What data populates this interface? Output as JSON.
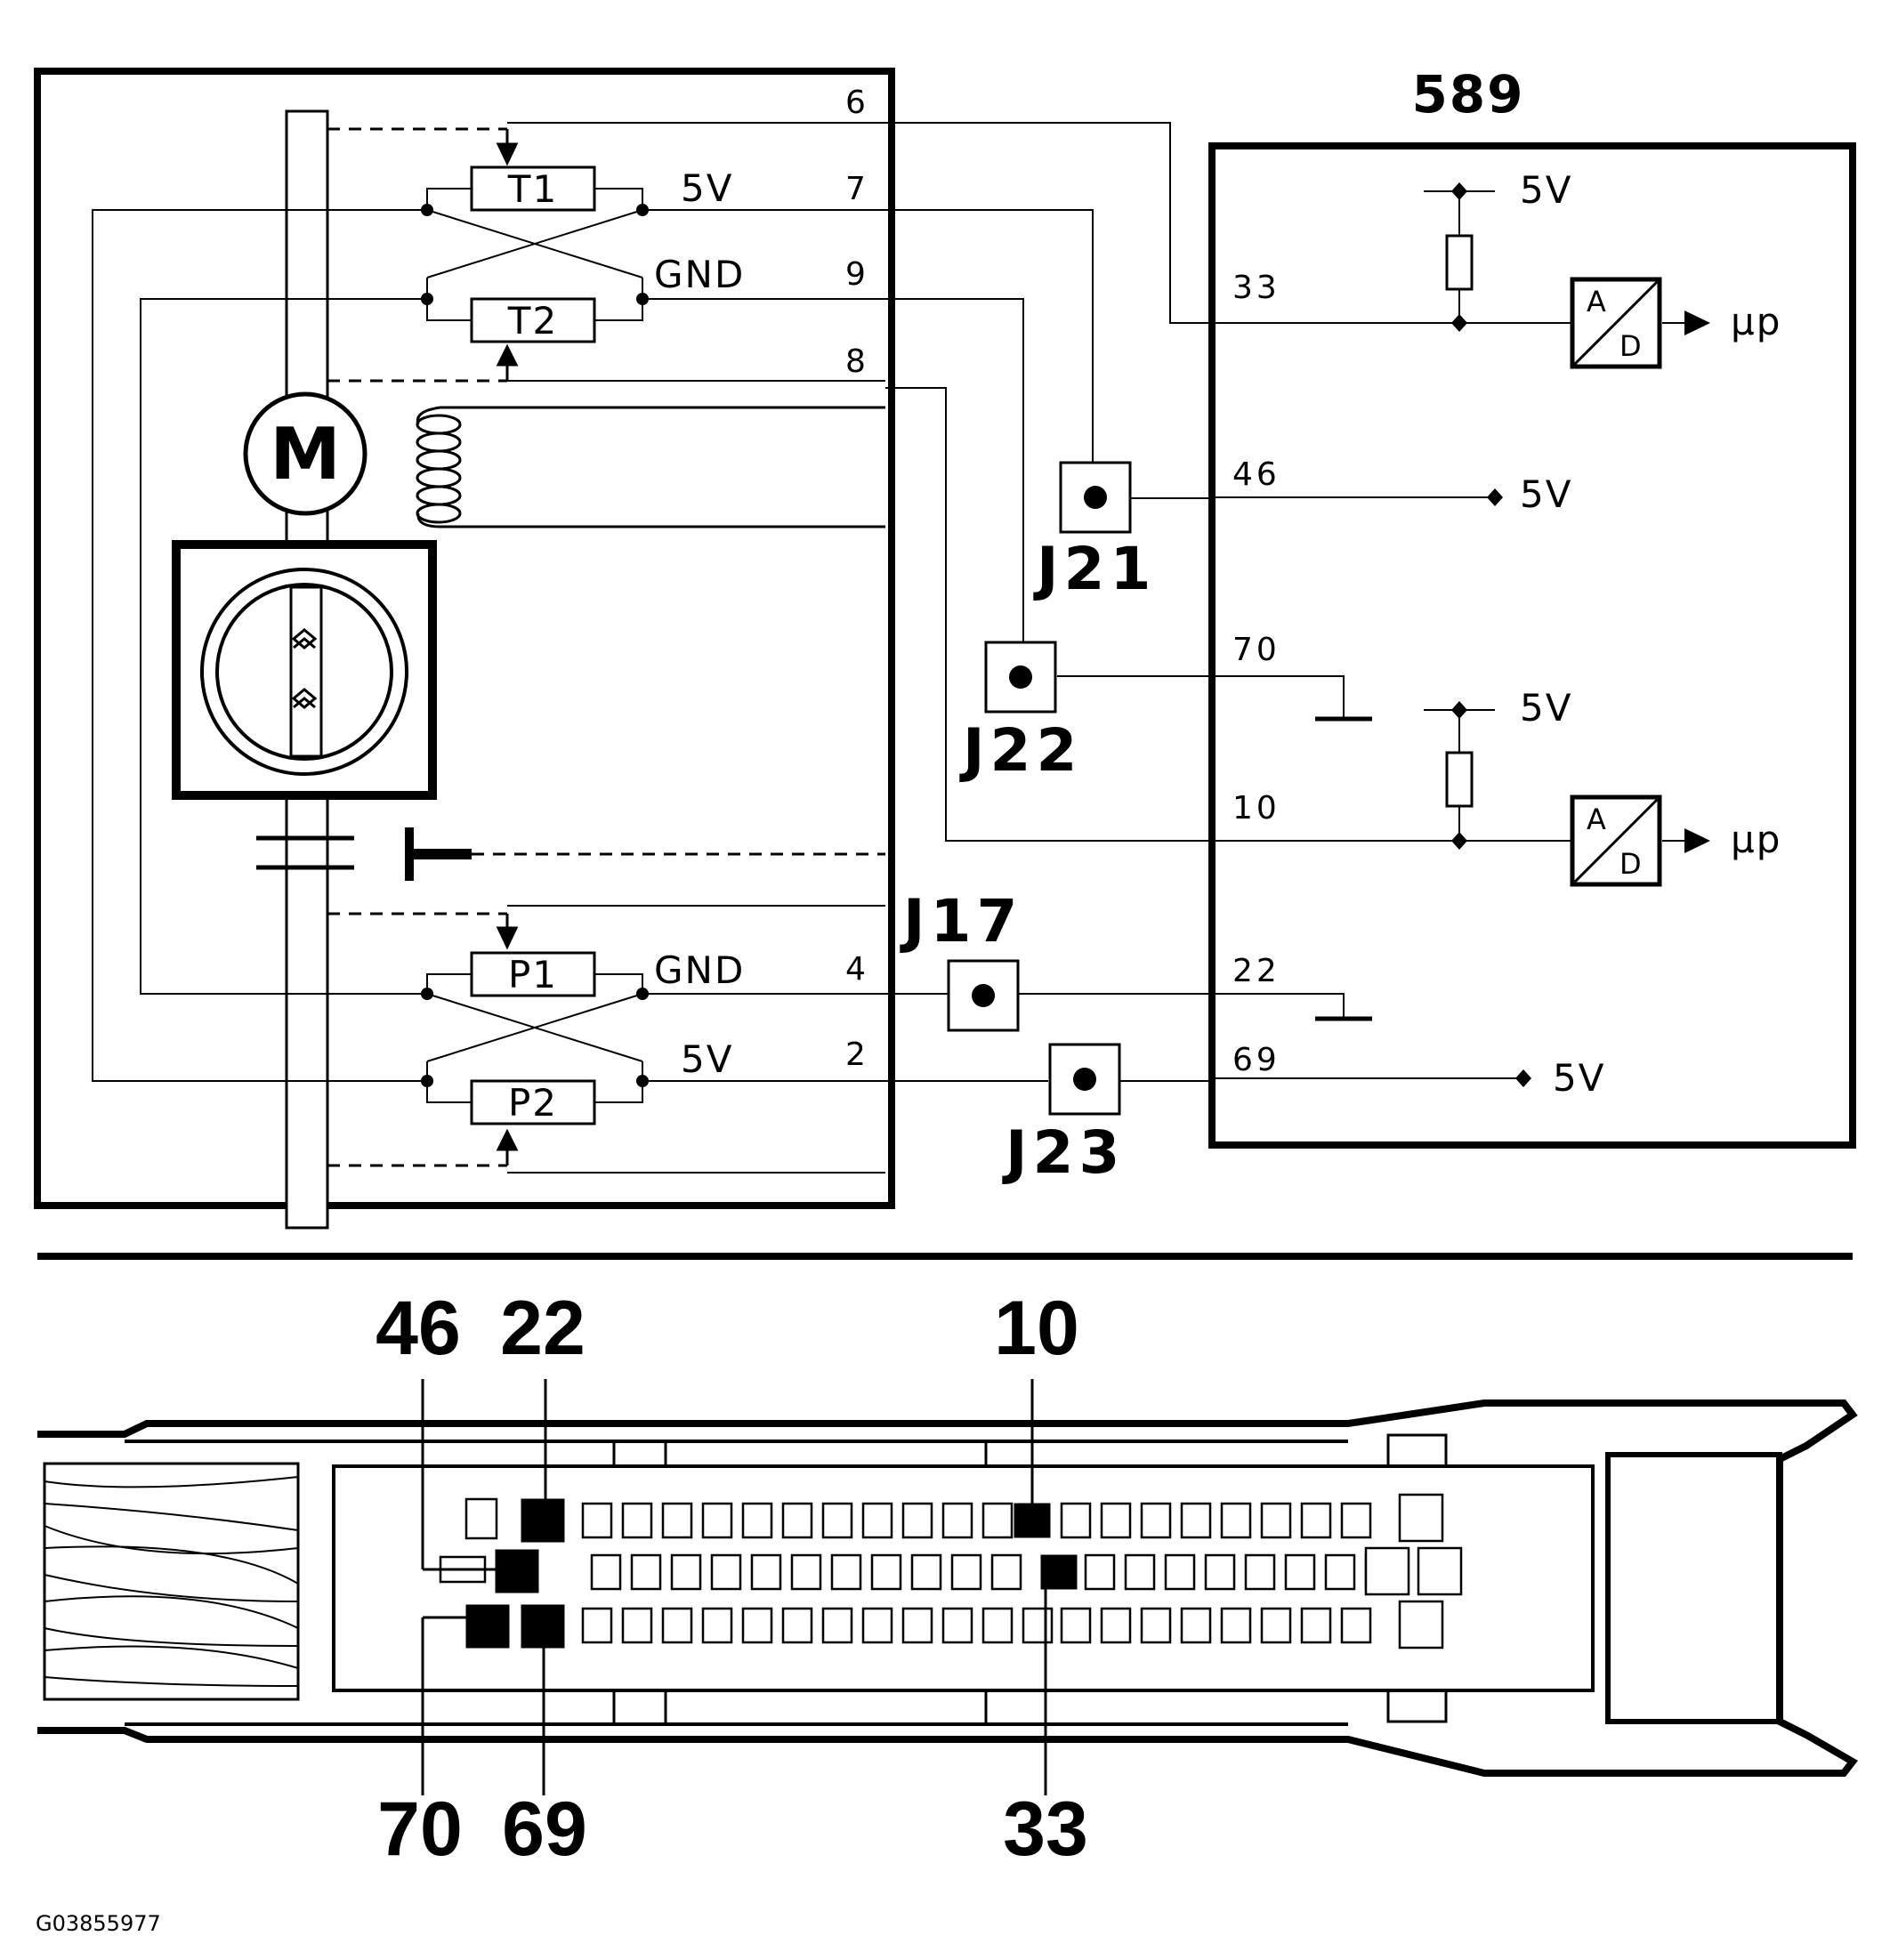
{
  "module_number": "589",
  "motor_label": "M",
  "sensors": {
    "t1": "T1",
    "t2": "T2",
    "p1": "P1",
    "p2": "P2"
  },
  "supply_label": "5V",
  "ground_label": "GND",
  "adc": {
    "a": "A",
    "d": "D",
    "output": "μp"
  },
  "unit_pins": {
    "p6": "6",
    "p7": "7",
    "p9": "9",
    "p8": "8",
    "p4": "4",
    "p2": "2"
  },
  "ecu_pins": {
    "p33": "33",
    "p46": "46",
    "p70": "70",
    "p10": "10",
    "p22": "22",
    "p69": "69"
  },
  "junctions": {
    "j21": "J21",
    "j22": "J22",
    "j17": "J17",
    "j23": "J23"
  },
  "connector_callouts": {
    "top": [
      "46",
      "22",
      "10"
    ],
    "bottom": [
      "70",
      "69",
      "33"
    ]
  },
  "figure_code": "G03855977"
}
